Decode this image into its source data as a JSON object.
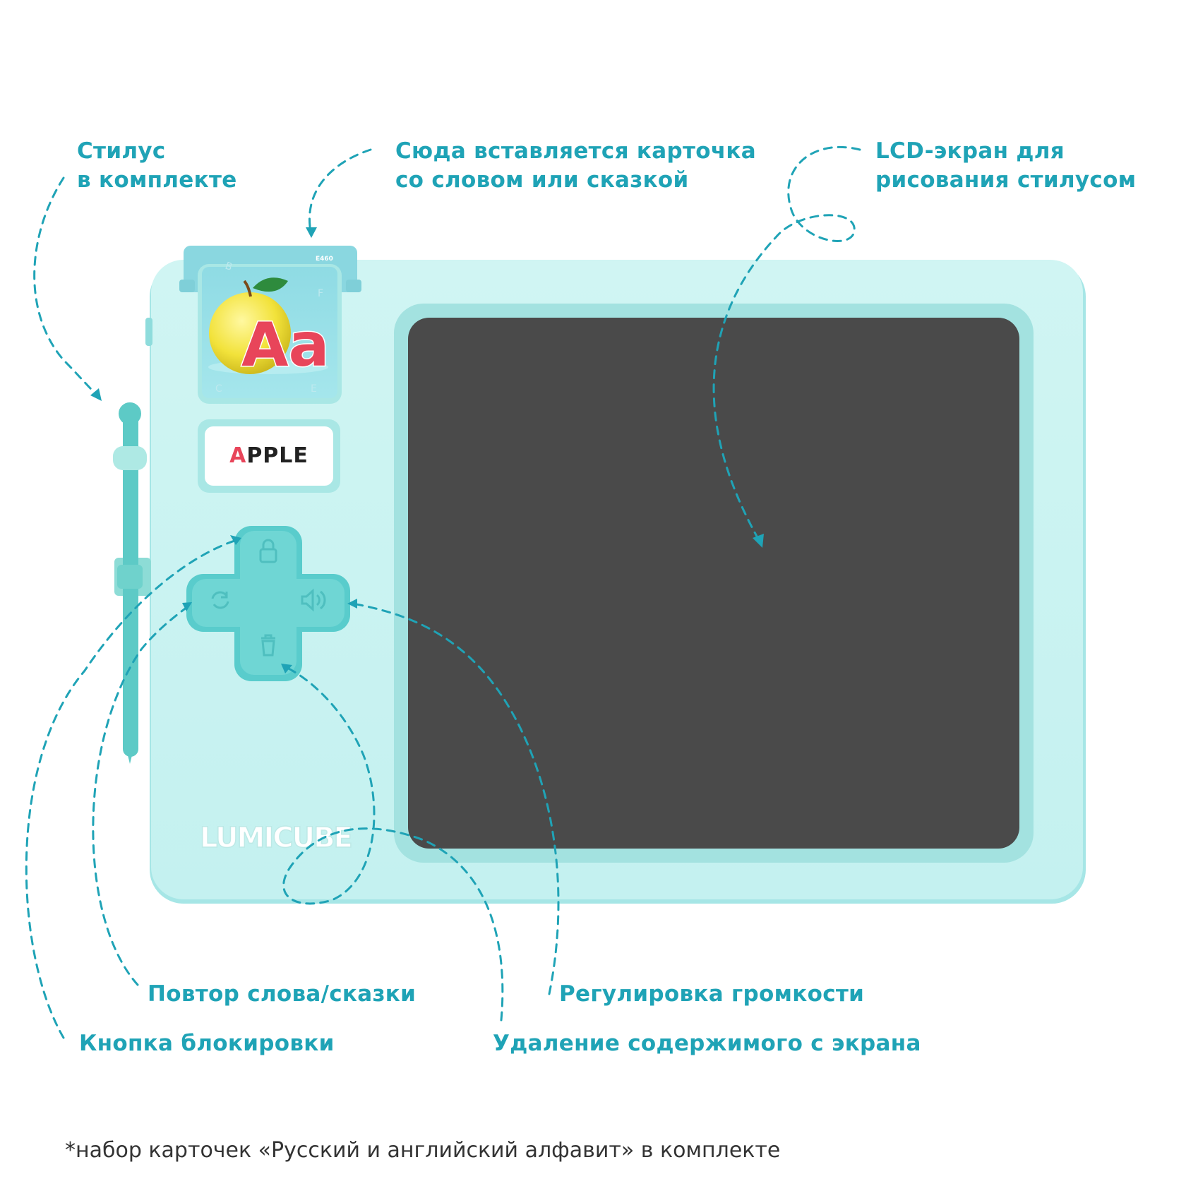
{
  "callouts": {
    "stylus": [
      "Стилус",
      "в комплекте"
    ],
    "card_slot": [
      "Сюда вставляется карточка",
      "со словом или сказкой"
    ],
    "lcd": [
      "LCD-экран для",
      "рисования стилусом"
    ],
    "repeat": "Повтор слова/сказки",
    "lock": "Кнопка блокировки",
    "volume": "Регулировка громкости",
    "clear": "Удаление содержимого с экрана"
  },
  "device": {
    "card_letters": "Aa",
    "card_code": "E460",
    "word_first": "A",
    "word_rest": "PPLE",
    "logo": "LUMICUBE",
    "dpad_icons": {
      "up": "lock-icon",
      "left": "repeat-icon",
      "right": "volume-icon",
      "down": "trash-icon"
    }
  },
  "footnote": "*набор карточек «Русский и английский алфавит» в комплекте",
  "colors": {
    "accent": "#1fa3b6",
    "body": "#c7f2f1",
    "screen": "#4a4a4a",
    "letter_a": "#e8455a"
  }
}
